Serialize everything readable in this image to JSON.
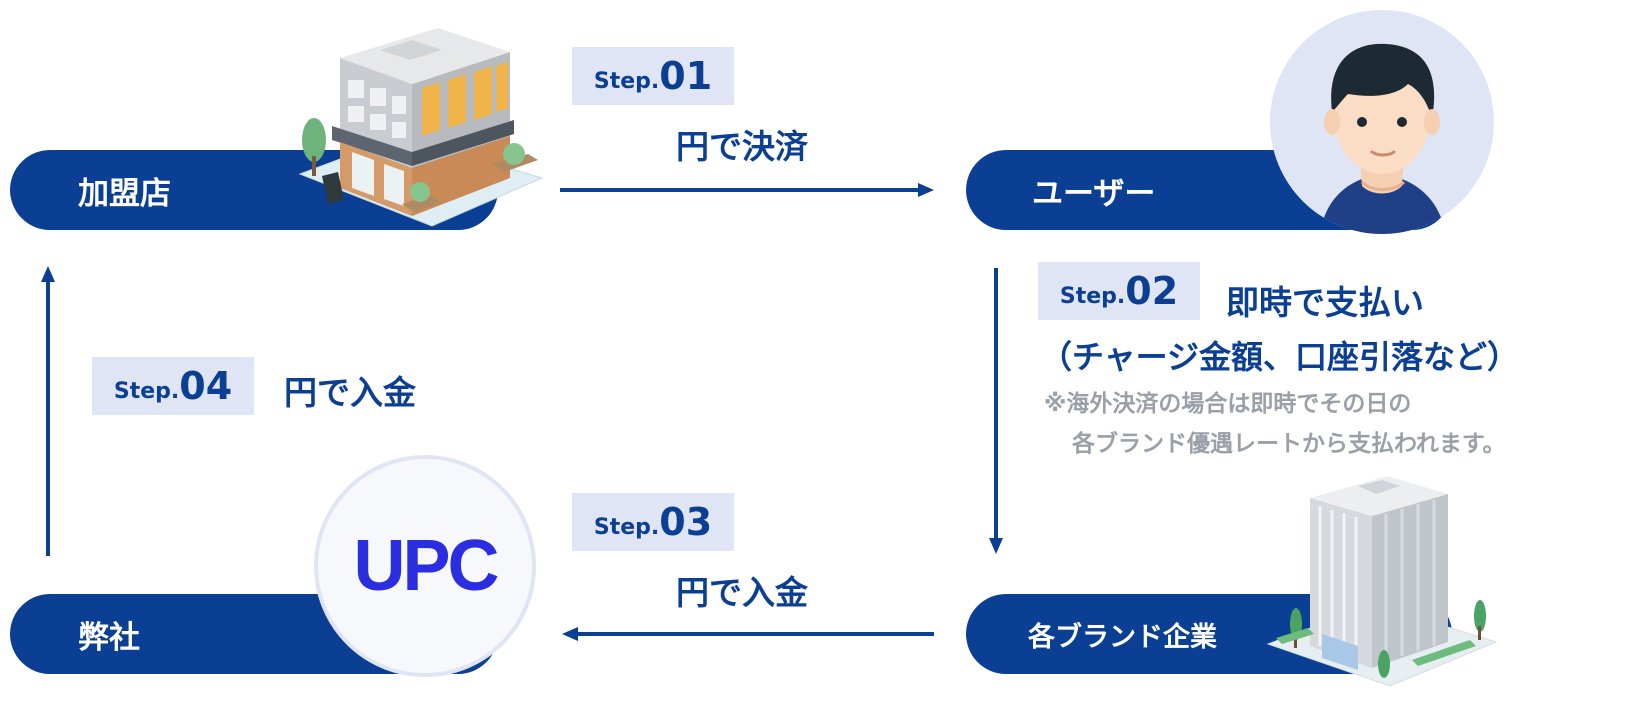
{
  "nodes": {
    "merchant": "加盟店",
    "user": "ユーザー",
    "company": "弊社",
    "brand": "各ブランド企業"
  },
  "steps": [
    {
      "prefix": "Step.",
      "number": "01",
      "label": "円で決済"
    },
    {
      "prefix": "Step.",
      "number": "02",
      "label": "即時で支払い",
      "label2": "（チャージ金額、口座引落など）",
      "note1": "※海外決済の場合は即時でその日の",
      "note2": "各ブランド優遇レートから支払われます。"
    },
    {
      "prefix": "Step.",
      "number": "03",
      "label": "円で入金"
    },
    {
      "prefix": "Step.",
      "number": "04",
      "label": "円で入金"
    }
  ],
  "logo": {
    "text": "UPC"
  },
  "icons": [
    "store-icon",
    "user-avatar-icon",
    "upc-logo-icon",
    "office-building-icon"
  ],
  "colors": {
    "primary": "#0b3f94",
    "badge_bg": "#dfe5f4",
    "note": "#9aa0a8",
    "logo": "#2a2ee0"
  }
}
